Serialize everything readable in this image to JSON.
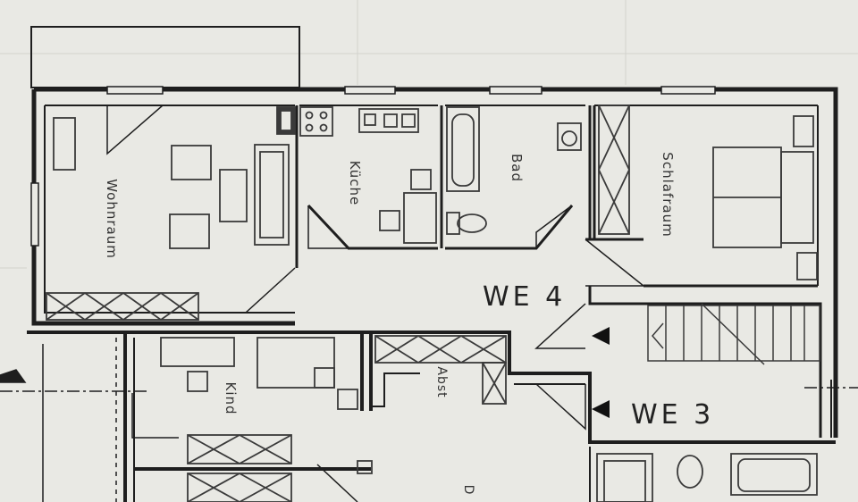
{
  "colors": {
    "paper": "#e9e9e4",
    "ink": "#1e1e1e",
    "fixture": "#3a3a3a",
    "faint_grid": "#c9c9c4"
  },
  "rooms": {
    "wohnraum": "Wohnraum",
    "kuche": "Küche",
    "bad": "Bad",
    "schlafraum": "Schlafraum",
    "kind": "Kind",
    "abst": "Abst"
  },
  "units": {
    "we4": "WE 4",
    "we3": "WE 3"
  },
  "fragment": "D"
}
